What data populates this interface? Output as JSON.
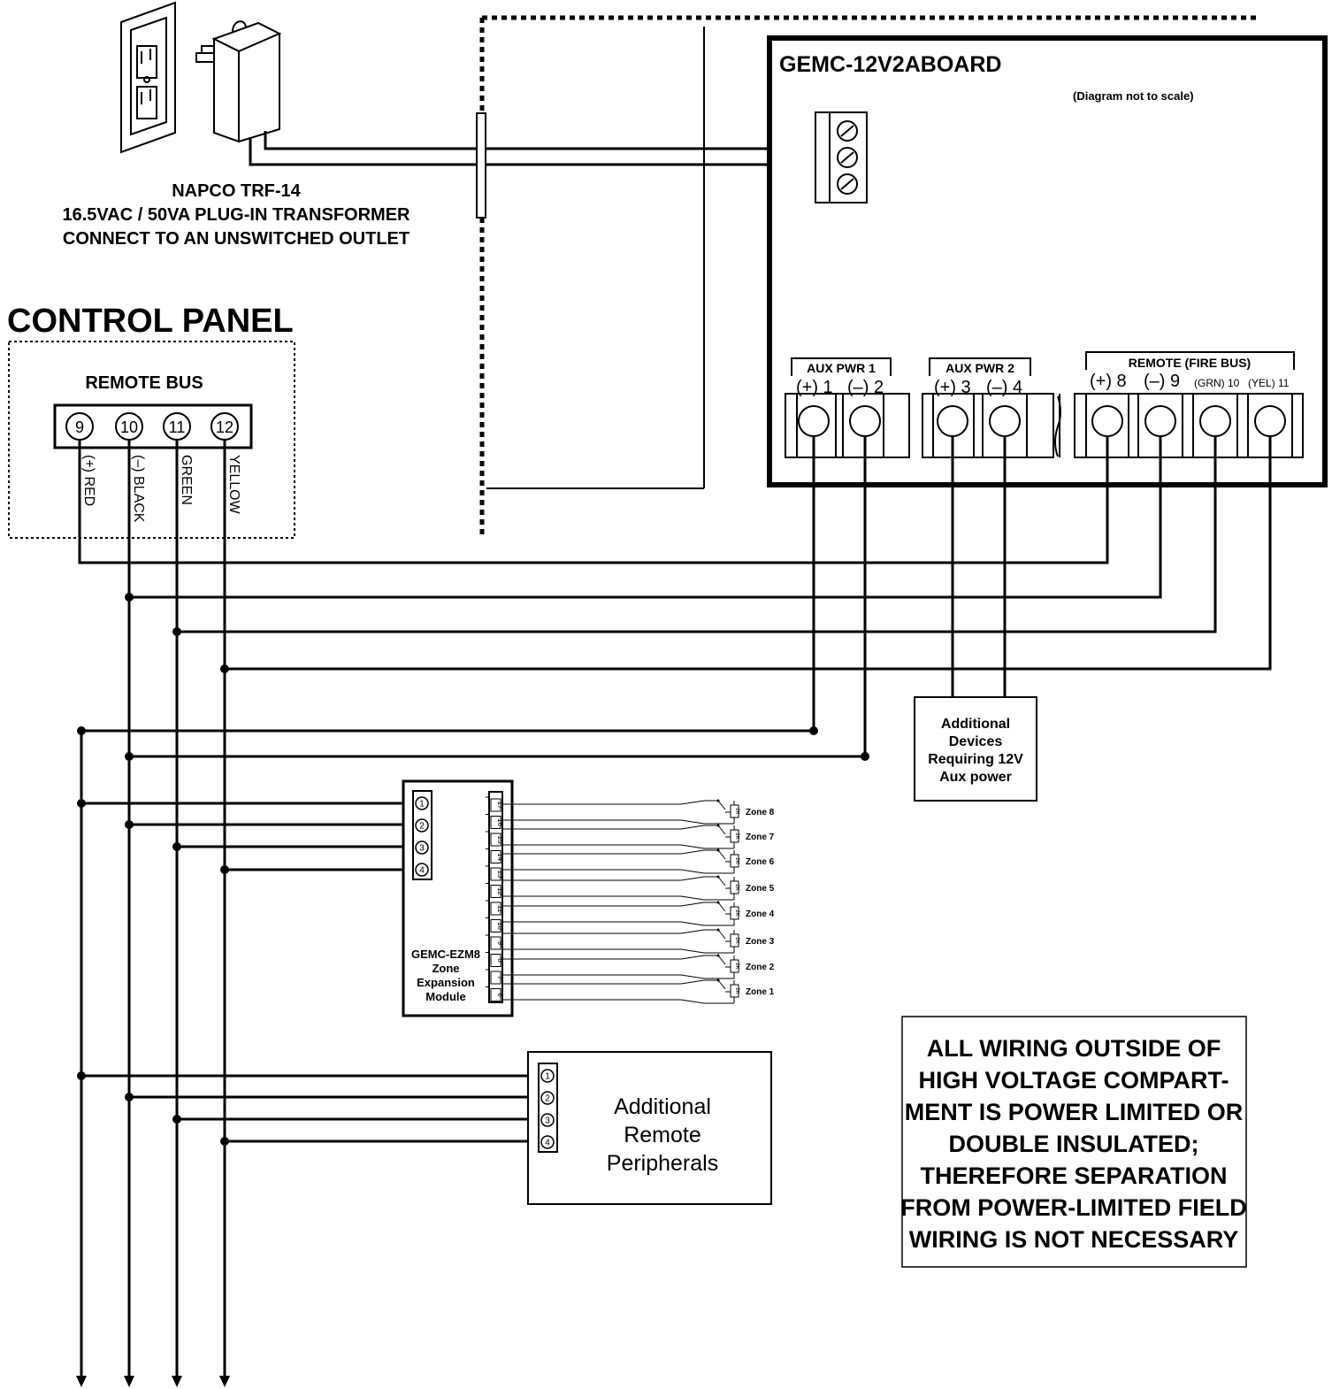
{
  "transformer": {
    "model": "NAPCO TRF-14",
    "spec": "16.5VAC / 50VA PLUG-IN TRANSFORMER",
    "note": "CONNECT TO AN UNSWITCHED OUTLET"
  },
  "board": {
    "title": "GEMC-12V2ABOARD",
    "scale_note": "(Diagram not to scale)",
    "groups": [
      {
        "label": "AUX PWR 1",
        "terminals": [
          "(+) 1",
          "(–) 2"
        ]
      },
      {
        "label": "AUX PWR 2",
        "terminals": [
          "(+) 3",
          "(–) 4"
        ]
      },
      {
        "label": "REMOTE (FIRE BUS)",
        "terminals": [
          "(+) 8",
          "(–) 9",
          "(GRN) 10",
          "(YEL) 11"
        ]
      }
    ]
  },
  "control_panel": {
    "title": "CONTROL PANEL",
    "bus_label": "REMOTE BUS",
    "terminals": [
      "9",
      "10",
      "11",
      "12"
    ],
    "wire_labels": [
      "(+) RED",
      "(–) BLACK",
      "GREEN",
      "YELLOW"
    ]
  },
  "aux_devices": {
    "lines": [
      "Additional",
      "Devices",
      "Requiring 12V",
      "Aux power"
    ]
  },
  "module": {
    "lines": [
      "GEMC-EZM8",
      "Zone",
      "Expansion",
      "Module"
    ],
    "inputs": [
      "1",
      "2",
      "3",
      "4"
    ],
    "zone_terminals": [
      "17",
      "16",
      "15",
      "14",
      "13",
      "12",
      "11",
      "10",
      "9",
      "8",
      "7",
      "6"
    ],
    "zones": [
      "Zone 8",
      "Zone 7",
      "Zone 6",
      "Zone 5",
      "Zone 4",
      "Zone 3",
      "Zone 2",
      "Zone 1"
    ],
    "resistor_label": "2K"
  },
  "peripherals": {
    "lines": [
      "Additional",
      "Remote",
      "Peripherals"
    ],
    "inputs": [
      "1",
      "2",
      "3",
      "4"
    ]
  },
  "warning": {
    "lines": [
      "ALL WIRING OUTSIDE OF",
      "HIGH VOLTAGE COMPART-",
      "MENT IS POWER LIMITED OR",
      "DOUBLE INSULATED;",
      "THEREFORE SEPARATION",
      "FROM POWER-LIMITED FIELD",
      "WIRING IS NOT NECESSARY"
    ]
  }
}
